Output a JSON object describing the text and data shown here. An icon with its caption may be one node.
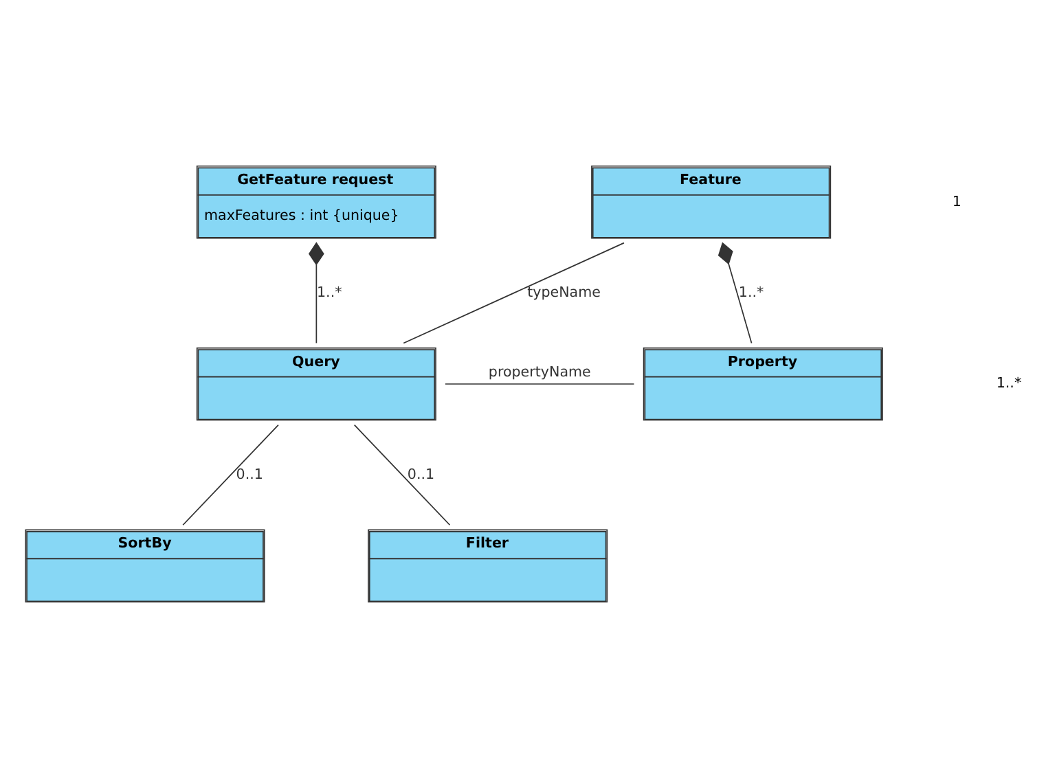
{
  "diagram": {
    "nodes": [
      {
        "text": [
          "GetFeature request",
          "maxFeatures : int {unique}"
        ]
      },
      {
        "text": [
          "Feature"
        ]
      },
      {
        "text": [
          "Query"
        ]
      },
      {
        "text": [
          "Property"
        ]
      },
      {
        "text": [
          "SortBy"
        ]
      },
      {
        "text": [
          "Filter"
        ]
      }
    ],
    "edges": [
      {
        "from": 0,
        "to": 2,
        "arrow": "other",
        "label": "1..*"
      },
      {
        "from": 1,
        "to": 2,
        "arrow": "none",
        "label": "typeName"
      },
      {
        "from": 1,
        "to": 3,
        "arrow": "other",
        "label": "1..*"
      },
      {
        "from": 2,
        "to": 3,
        "arrow": "none",
        "label": "propertyName"
      },
      {
        "from": 2,
        "to": 4,
        "arrow": "none",
        "label": "0..1"
      },
      {
        "from": 2,
        "to": 5,
        "arrow": "none",
        "label": "0..1"
      }
    ],
    "labels": [
      "1",
      "1..*"
    ]
  }
}
